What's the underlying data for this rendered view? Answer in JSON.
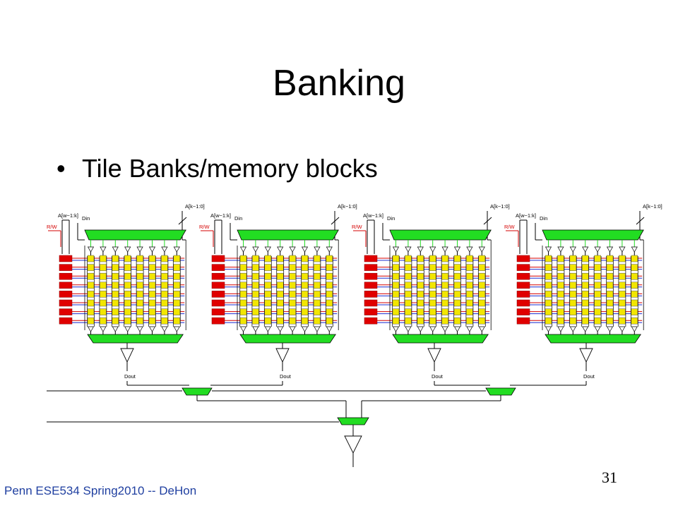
{
  "slide": {
    "title": "Banking",
    "bullet": "Tile Banks/memory blocks",
    "footer": "Penn ESE534 Spring2010 -- DeHon",
    "page_number": "31"
  },
  "diagram": {
    "bank_count": 4,
    "rows_per_bank": 8,
    "cols_per_bank": 8,
    "labels": {
      "addr_high": "A[w−1:k]",
      "addr_low": "A[k−1:0]",
      "din": "Din",
      "rw": "R/W",
      "dout": "Dout"
    },
    "colors": {
      "cell": "#f2e600",
      "decoder": "#e00000",
      "mux": "#22dd22",
      "wordline": "#d40000",
      "bitline": "#1c2fd0",
      "wire": "#000000"
    }
  }
}
